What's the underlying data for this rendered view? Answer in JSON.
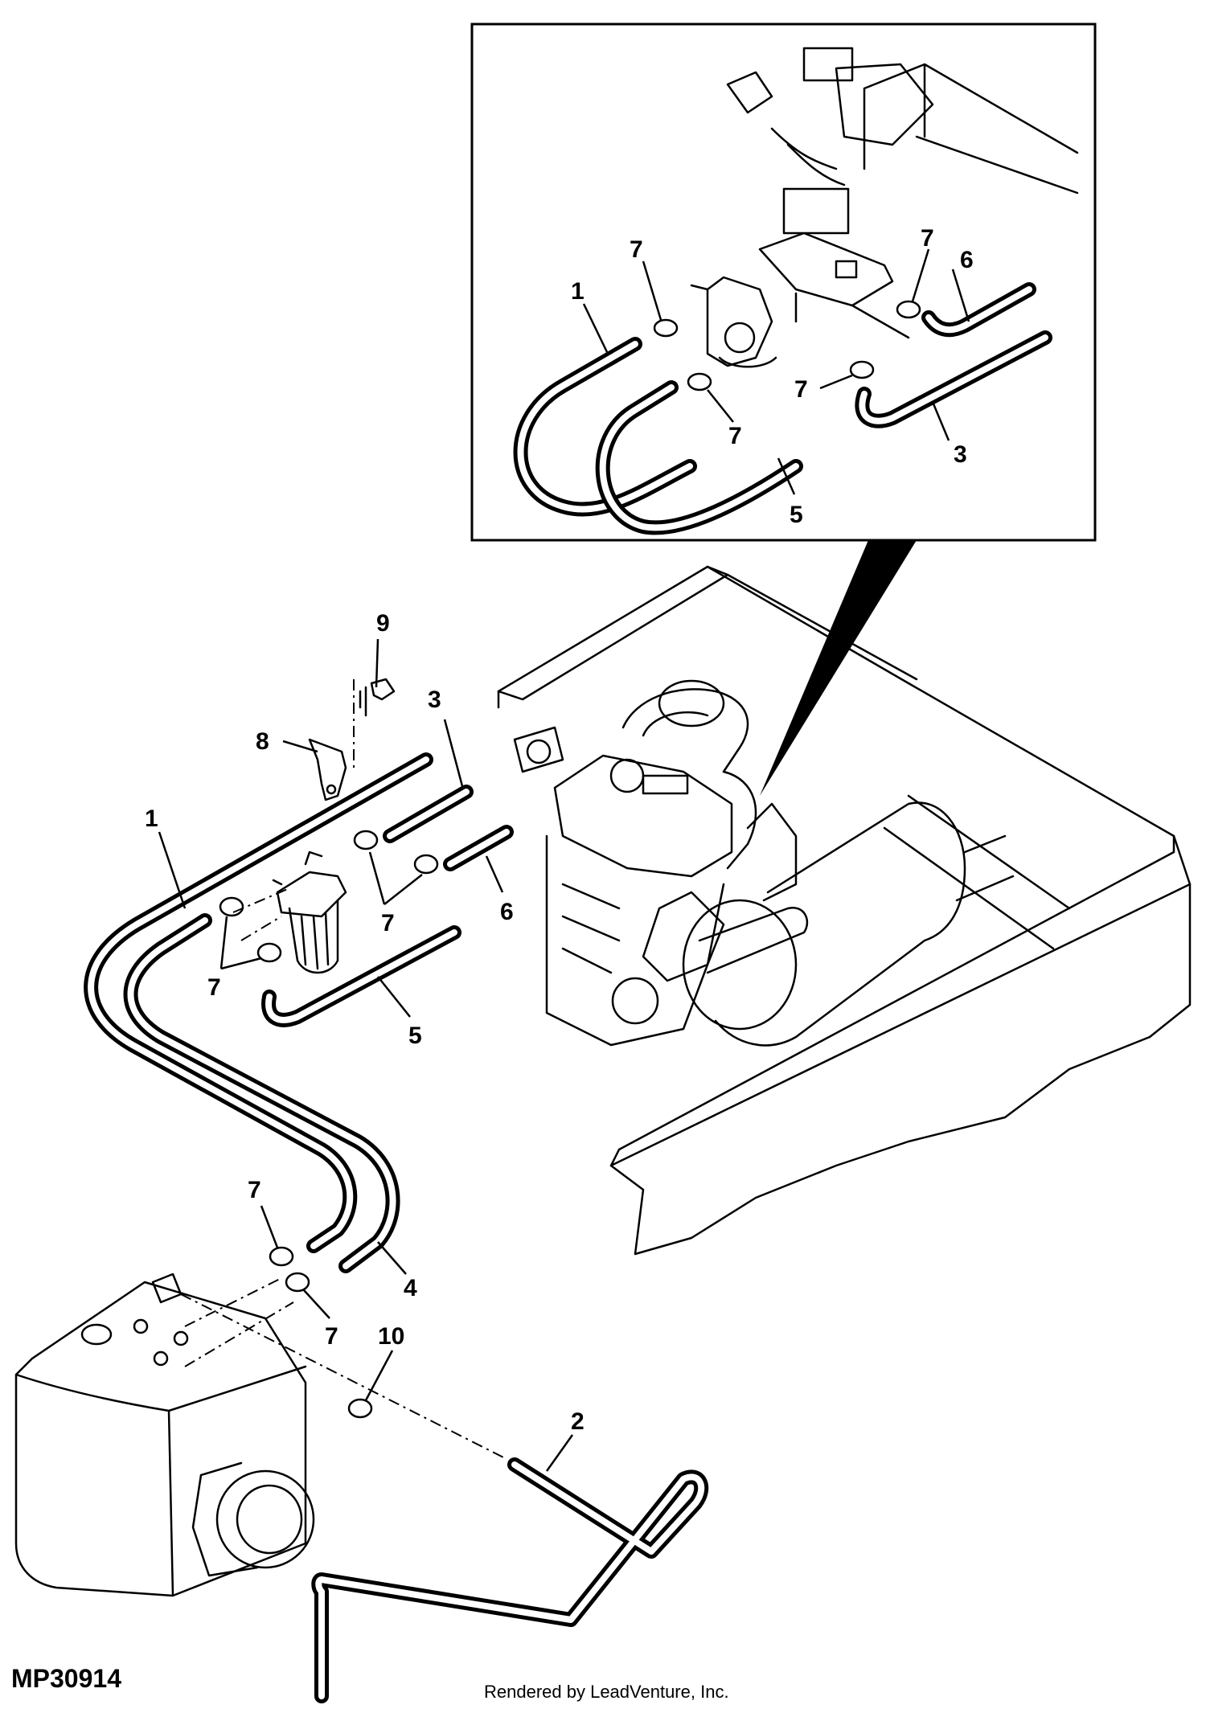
{
  "figure": {
    "id": "MP30914",
    "credit": "Rendered by LeadVenture, Inc."
  },
  "inset_callouts": [
    "1",
    "7",
    "7",
    "6",
    "7",
    "7",
    "3",
    "5"
  ],
  "main_callouts": [
    "9",
    "8",
    "3",
    "1",
    "7",
    "6",
    "7",
    "5",
    "7",
    "4",
    "7",
    "10",
    "2"
  ]
}
